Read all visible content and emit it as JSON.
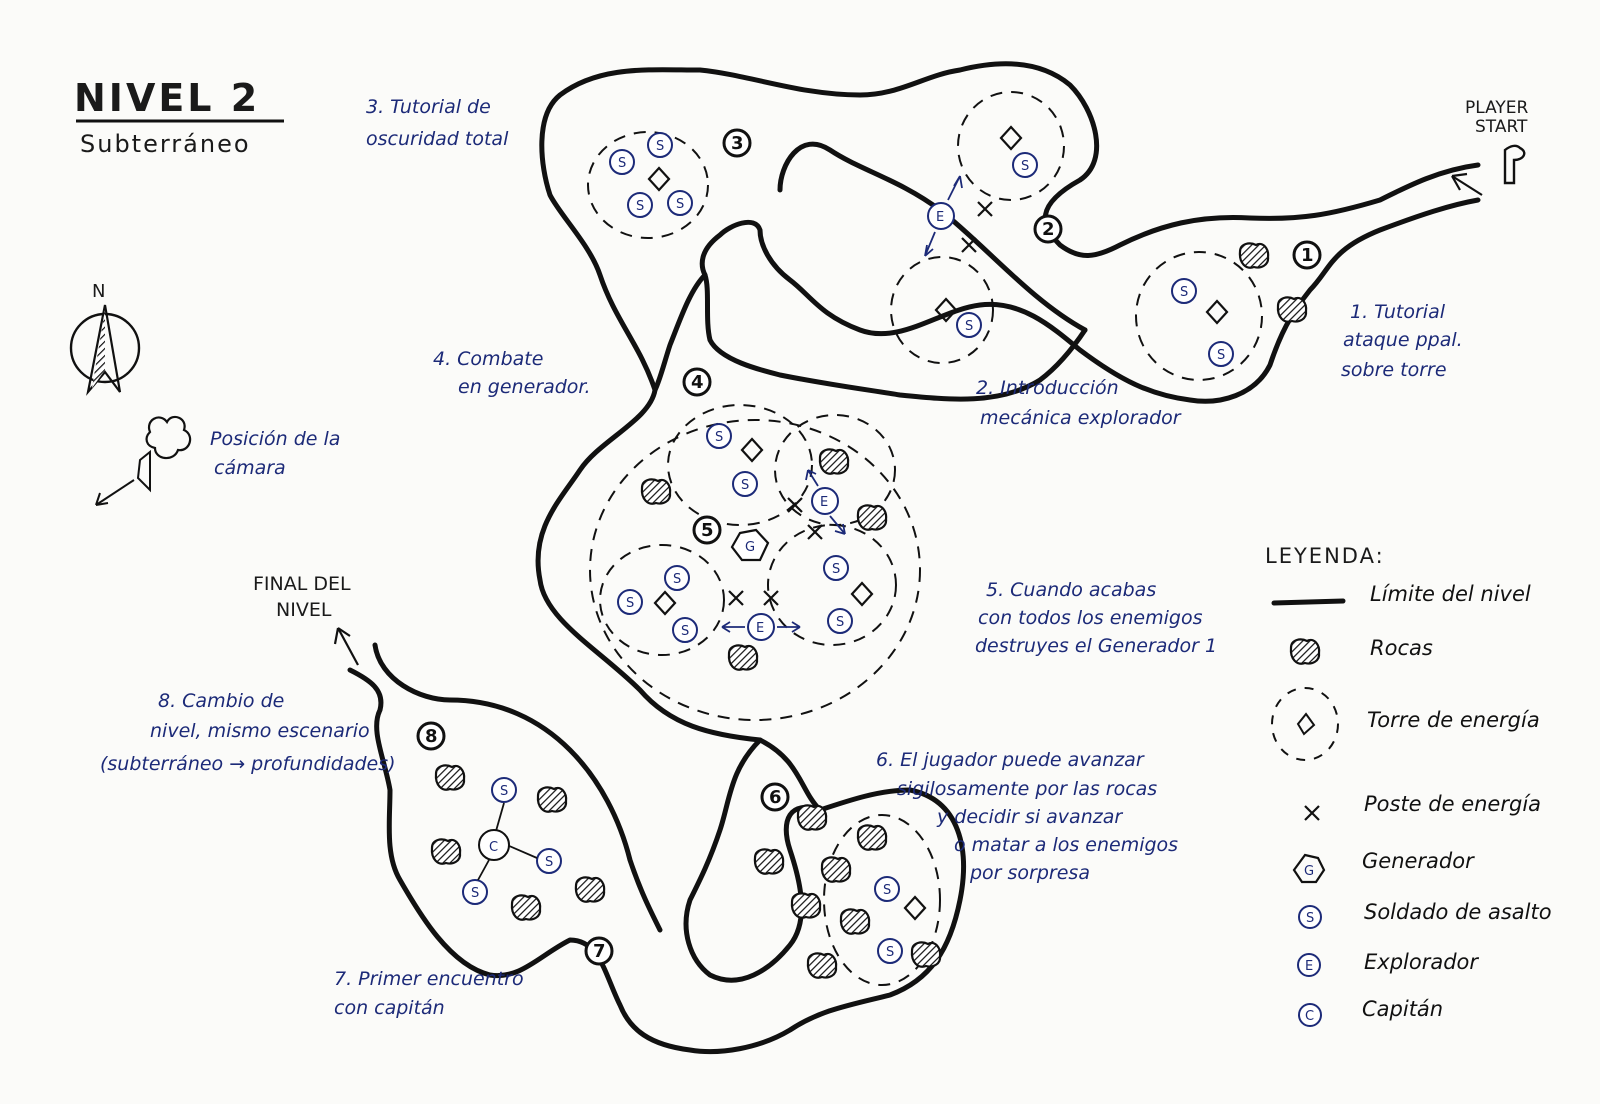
{
  "title": "NIVEL 2",
  "subtitle": "Subterráneo",
  "compass_label": "N",
  "camera_label": [
    "Posición de la",
    "cámara"
  ],
  "player_start": [
    "PLAYER",
    "START"
  ],
  "final_label": [
    "FINAL DEL",
    "NIVEL"
  ],
  "zones": [
    {
      "num": "1",
      "note": [
        "1. Tutorial",
        "ataque ppal.",
        "sobre torre"
      ]
    },
    {
      "num": "2",
      "note": [
        "2. Introducción",
        "mecánica explorador"
      ]
    },
    {
      "num": "3",
      "note": [
        "3. Tutorial de",
        "oscuridad total"
      ]
    },
    {
      "num": "4",
      "note": [
        "4. Combate",
        "en generador."
      ]
    },
    {
      "num": "5",
      "note": [
        "5. Cuando acabas",
        "con todos los enemigos",
        "destruyes el Generador 1"
      ]
    },
    {
      "num": "6",
      "note": [
        "6. El jugador puede avanzar",
        "sigilosamente por las rocas",
        "y decidir si avanzar",
        "o matar a los enemigos",
        "por sorpresa"
      ]
    },
    {
      "num": "7",
      "note": [
        "7. Primer encuentro",
        "con capitán"
      ]
    },
    {
      "num": "8",
      "note": [
        "8. Cambio de",
        "nivel, mismo escenario",
        "(subterráneo → profundidades)"
      ]
    }
  ],
  "symbols": {
    "soldier": "S",
    "explorer": "E",
    "captain": "C",
    "generator": "G"
  },
  "legend": {
    "title": "LEYENDA:",
    "items": [
      {
        "icon": "boundary-line-icon",
        "label": "Límite del nivel"
      },
      {
        "icon": "rock-icon",
        "label": "Rocas"
      },
      {
        "icon": "energy-tower-icon",
        "label": "Torre de energía"
      },
      {
        "icon": "energy-post-icon",
        "label": "Poste de energía"
      },
      {
        "icon": "generator-icon",
        "label": "Generador"
      },
      {
        "icon": "soldier-icon",
        "label": "Soldado de asalto"
      },
      {
        "icon": "explorer-icon",
        "label": "Explorador"
      },
      {
        "icon": "captain-icon",
        "label": "Capitán"
      }
    ]
  },
  "colors": {
    "ink": "#1a1a1a",
    "notes": "#1c2a78",
    "paper": "#fbfbf9"
  }
}
